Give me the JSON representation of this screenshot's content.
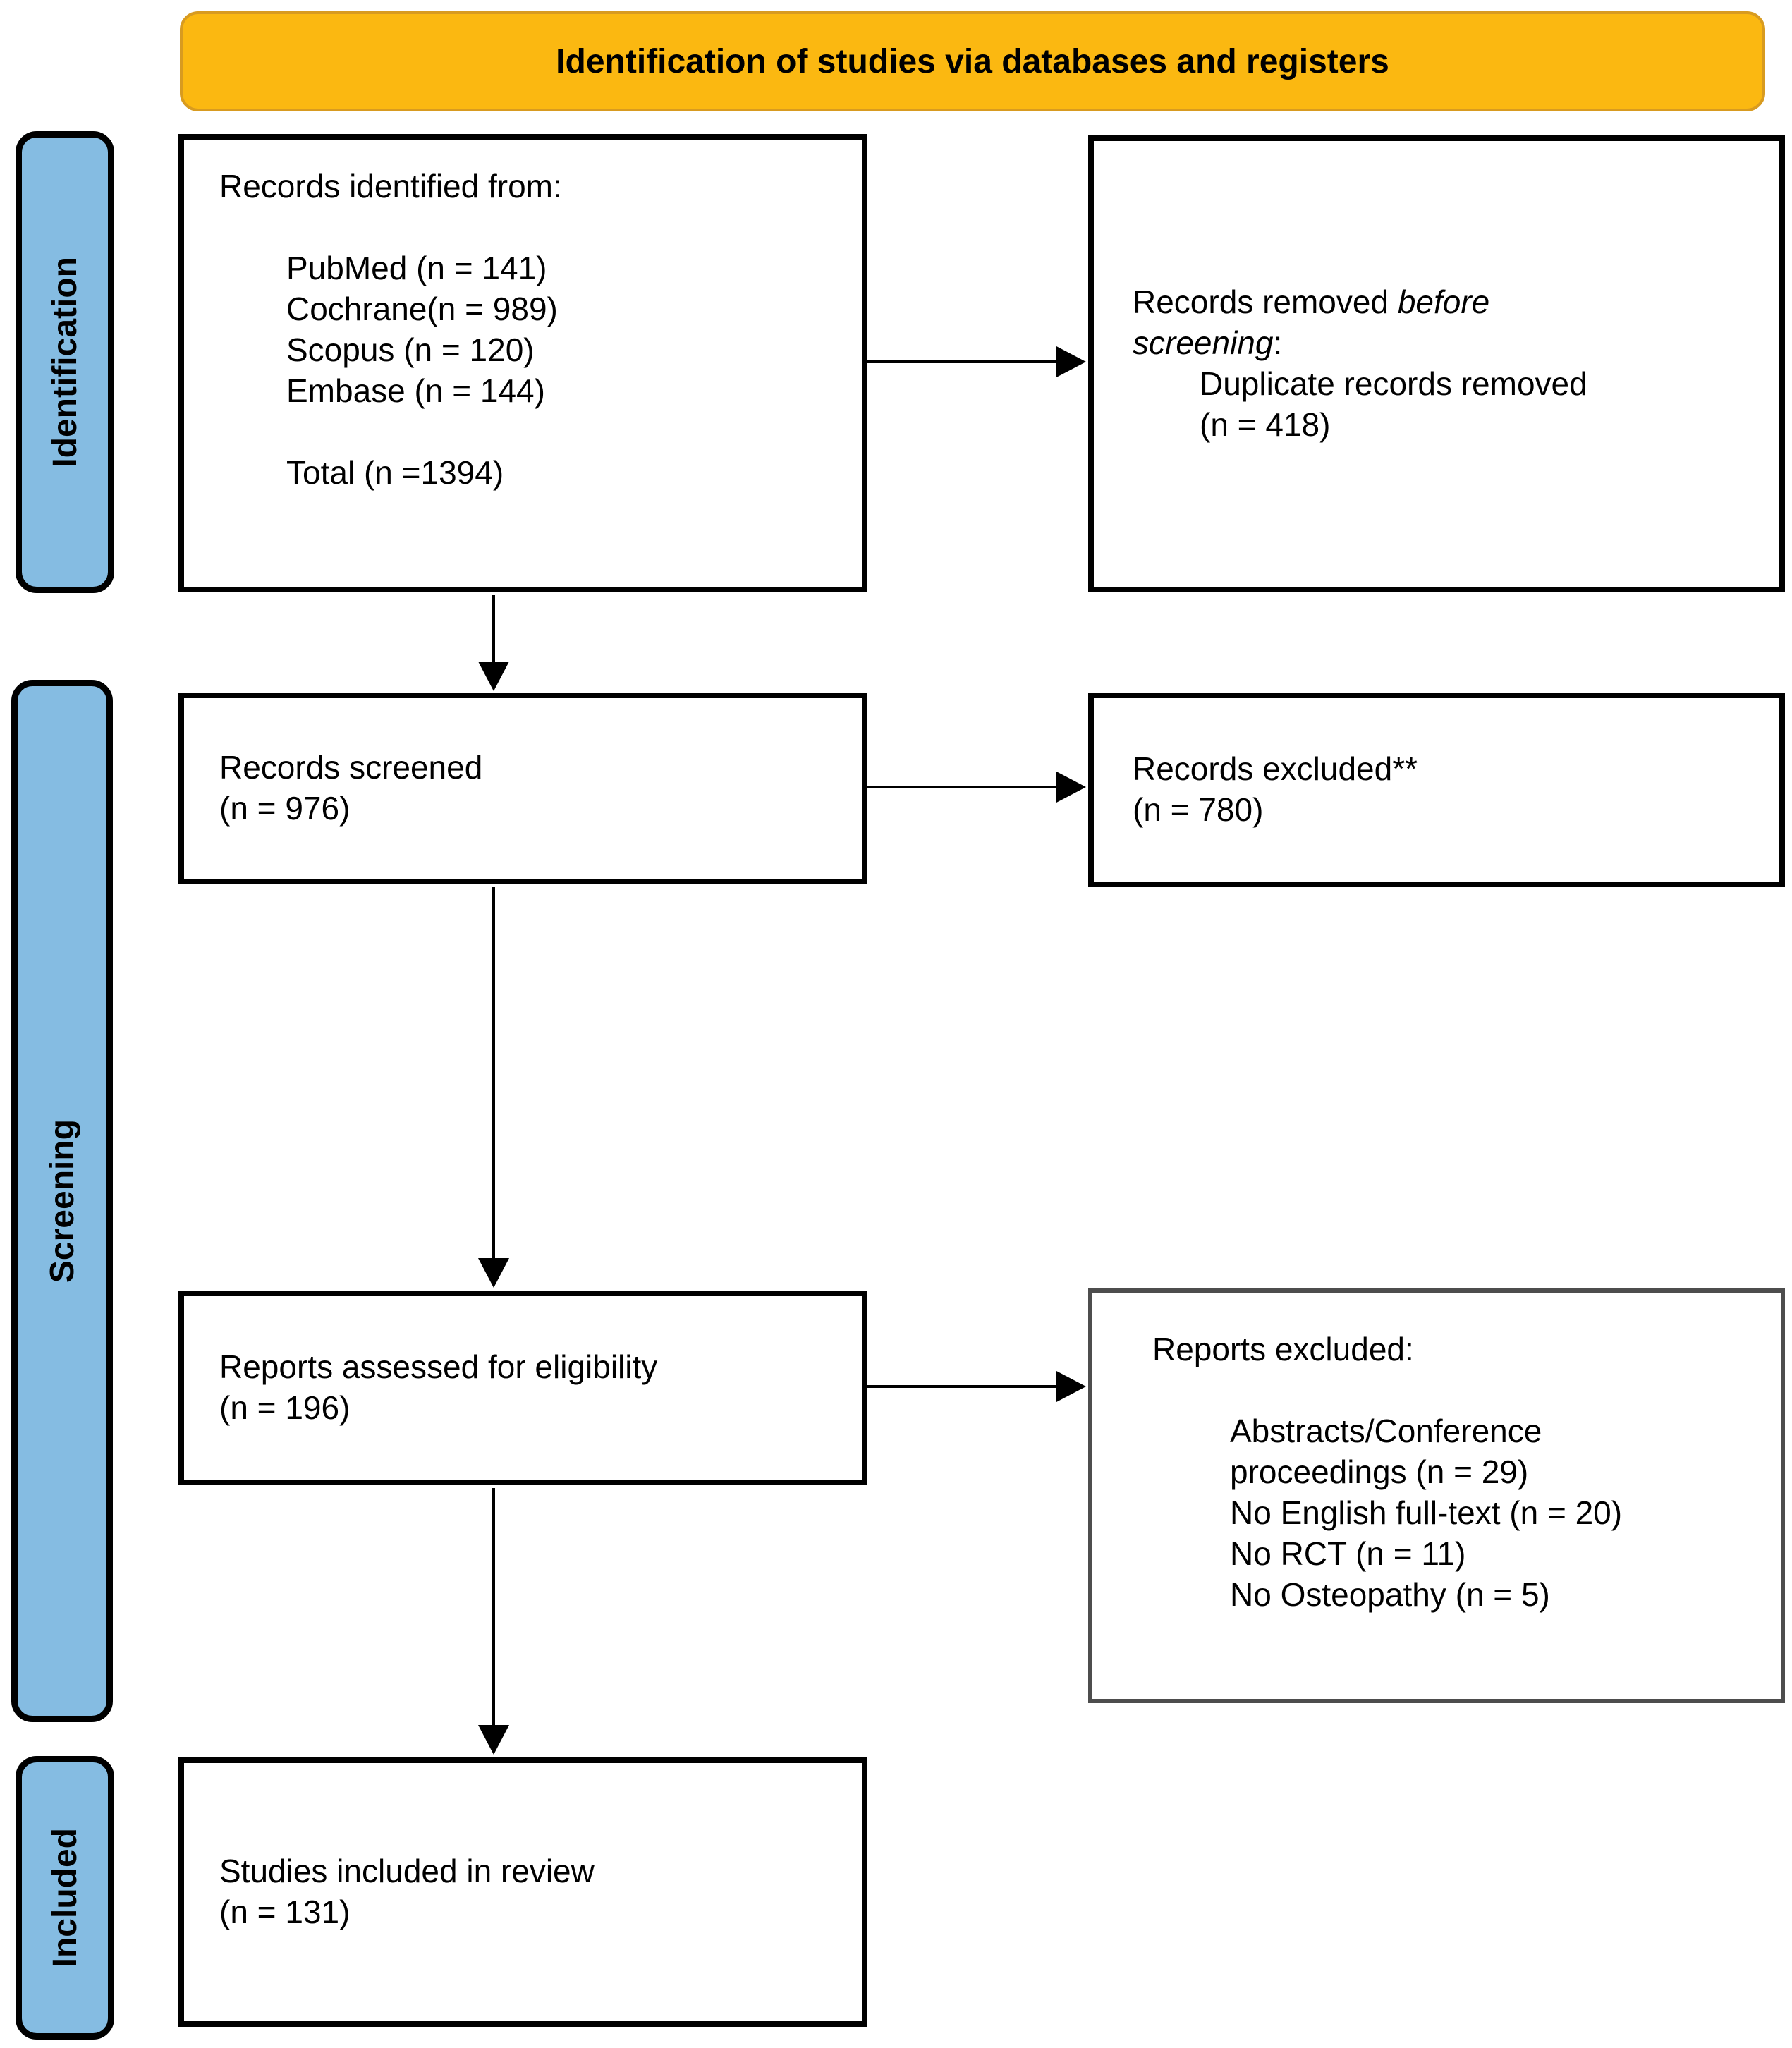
{
  "banner": {
    "label": "Identification of studies via databases and registers"
  },
  "sidebar": {
    "identification": "Identification",
    "screening": "Screening",
    "included": "Included"
  },
  "boxes": {
    "records_identified": {
      "title": "Records identified from:",
      "sources": [
        "PubMed (n = 141)",
        "Cochrane(n = 989)",
        "Scopus (n = 120)",
        "Embase (n = 144)"
      ],
      "total": "Total (n =1394)"
    },
    "records_removed": {
      "title_prefix": "Records removed",
      "title_italic_line1": "before",
      "title_italic_line2": "screening",
      "title_suffix": ":",
      "items": [
        "Duplicate records removed",
        "(n = 418)"
      ]
    },
    "records_screened": {
      "label": "Records screened",
      "count": "(n = 976)"
    },
    "records_excluded": {
      "label": "Records excluded**",
      "count": "(n = 780)"
    },
    "reports_assessed": {
      "label": "Reports assessed for eligibility",
      "count": "(n = 196)"
    },
    "reports_excluded": {
      "title": "Reports excluded:",
      "items": [
        "Abstracts/Conference",
        "proceedings (n = 29)",
        "No English full-text (n = 20)",
        "No RCT (n = 11)",
        "No Osteopathy (n = 5)"
      ]
    },
    "studies_included": {
      "label": "Studies included in review",
      "count": "(n = 131)"
    }
  },
  "colors": {
    "banner_fill": "#FBB811",
    "banner_border": "#D89B20",
    "sidebar_fill": "#85BCE2",
    "box_border": "#000000",
    "reports_excluded_border": "#4D4D4D"
  }
}
